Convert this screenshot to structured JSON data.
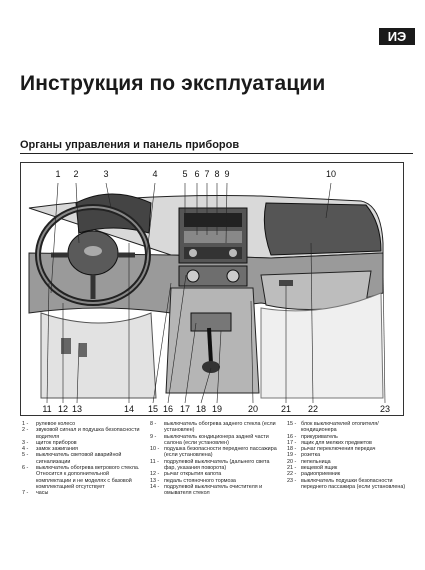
{
  "header": {
    "badge": "ИЭ",
    "title": "Инструкция по эксплуатации",
    "section": "Органы управления и панель приборов"
  },
  "figure": {
    "top_numbers": [
      "1",
      "2",
      "3",
      "4",
      "5",
      "6",
      "7",
      "8",
      "9",
      "10"
    ],
    "bottom_numbers": [
      "11",
      "12",
      "13",
      "14",
      "15",
      "16",
      "17",
      "18",
      "19",
      "20",
      "21",
      "22",
      "23"
    ]
  },
  "legend": {
    "col1": [
      {
        "n": "1 -",
        "t": "рулевое колесо"
      },
      {
        "n": "2 -",
        "t": "звуковой сигнал и подушка безопасности водителя"
      },
      {
        "n": "3 -",
        "t": "щиток приборов"
      },
      {
        "n": "4 -",
        "t": "замок зажигания"
      },
      {
        "n": "5 -",
        "t": "выключатель световой аварийной сигнализации"
      },
      {
        "n": "6 -",
        "t": "выключатель обогрева ветрового стекла. Относится к дополнительной комплектации и не моделях с базовой комплектацией отсутствует"
      },
      {
        "n": "7 -",
        "t": "часы"
      }
    ],
    "col2": [
      {
        "n": "8 -",
        "t": "выключатель обогрева заднего стекла (если установлен)"
      },
      {
        "n": "9 -",
        "t": "выключатель кондиционера задней части салона (если установлен)"
      },
      {
        "n": "10 -",
        "t": "подушка безопасности переднего пассажира (если установлена)"
      },
      {
        "n": "11 -",
        "t": "подрулевой выключатель (дальнего света фар, указания поворота)"
      },
      {
        "n": "12 -",
        "t": "рычаг открытия капота"
      },
      {
        "n": "13 -",
        "t": "педаль стояночного тормоза"
      },
      {
        "n": "14 -",
        "t": "подрулевой выключатель очистителя и омывателя стекол"
      }
    ],
    "col3": [
      {
        "n": "15 -",
        "t": "блок выключателей отопителя/кондиционера"
      },
      {
        "n": "16 -",
        "t": "прикуриватель"
      },
      {
        "n": "17 -",
        "t": "ящик для мелких предметов"
      },
      {
        "n": "18 -",
        "t": "рычаг переключения передач"
      },
      {
        "n": "19 -",
        "t": "розетка"
      },
      {
        "n": "20 -",
        "t": "пепельница"
      },
      {
        "n": "21 -",
        "t": "вещевой ящик"
      },
      {
        "n": "22 -",
        "t": "радиоприемник"
      },
      {
        "n": "23 -",
        "t": "выключатель подушки безопасности переднего пассажира (если установлена)"
      }
    ]
  }
}
